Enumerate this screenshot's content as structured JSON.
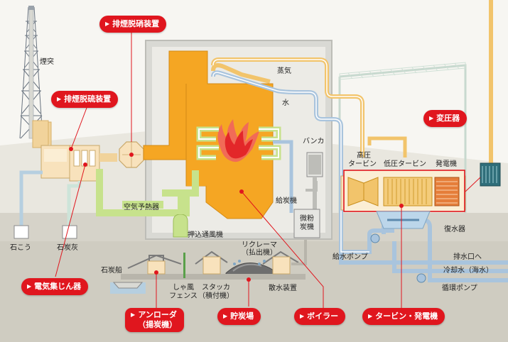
{
  "labels": {
    "chimney": "煙突",
    "steam": "蒸気",
    "water": "水",
    "bunker": "バンカ",
    "hp_turbine_1": "高圧",
    "hp_turbine_2": "タービン",
    "lp_turbine": "低圧タービン",
    "generator": "発電機",
    "gypsum": "石こう",
    "coal_ash": "石炭灰",
    "air_preheater": "空気予熱器",
    "fdf": "押込通風機",
    "coal_feeder": "給炭機",
    "pulverizer_1": "微粉",
    "pulverizer_2": "炭機",
    "reclaimer_1": "リクレーマ",
    "reclaimer_2": "（払出機）",
    "condenser": "復水器",
    "feedwater_pump": "給水ポンプ",
    "discharge": "排水口へ",
    "cooling_water": "冷却水（海水）",
    "circ_pump": "循環ポンプ",
    "coal_ship": "石炭船",
    "fence_1": "しゃ風",
    "fence_2": "フェンス",
    "stacker_1": "スタッカ",
    "stacker_2": "（積付機）",
    "sprinkler": "散水装置"
  },
  "callouts": {
    "denox": "排煙脱硝装置",
    "desulf": "排煙脱硫装置",
    "transformer": "変圧器",
    "esp": "電気集じん器",
    "unloader_1": "アンローダ",
    "unloader_2": "（揚炭機）",
    "coal_yard": "貯炭場",
    "boiler": "ボイラー",
    "turbine_gen": "タービン・発電機"
  },
  "colors": {
    "callout": "#e0161e",
    "boiler": "#f5a623",
    "steam_pipe": "#f2c46b",
    "water_pipe": "#a9c4dd",
    "pipe_green": "#c7e28c",
    "building": "#d9d9d4",
    "ground": "#c9c6bc"
  }
}
